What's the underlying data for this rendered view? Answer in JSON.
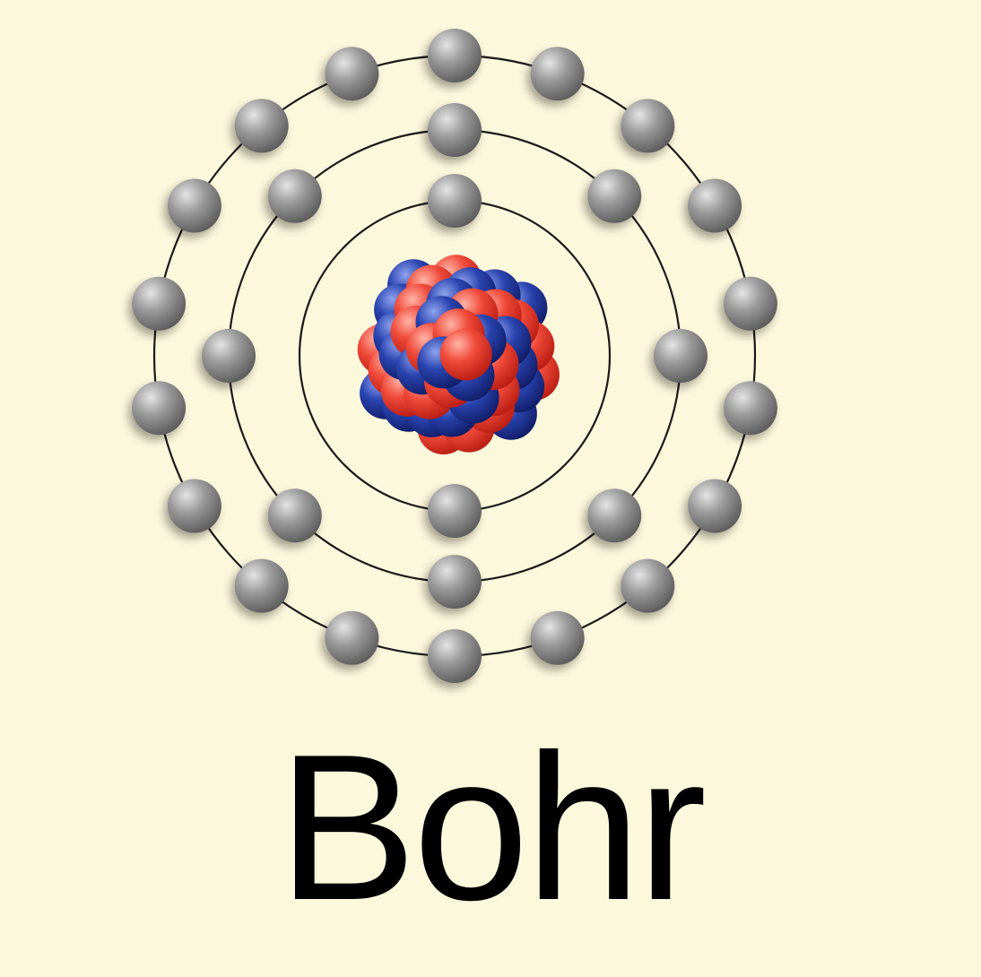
{
  "caption": "Bohr",
  "colors": {
    "background": "#fcf8dc",
    "electron": "#9a9a9a",
    "proton": "#f04a3a",
    "neutron": "#2a44b0",
    "orbit": "#1a1a1a",
    "caption": "#000000"
  },
  "atom": {
    "shells": [
      {
        "electrons": 2
      },
      {
        "electrons": 8
      },
      {
        "electrons": 18
      }
    ],
    "nucleus": {
      "protons": 22,
      "neutrons": 22
    }
  }
}
